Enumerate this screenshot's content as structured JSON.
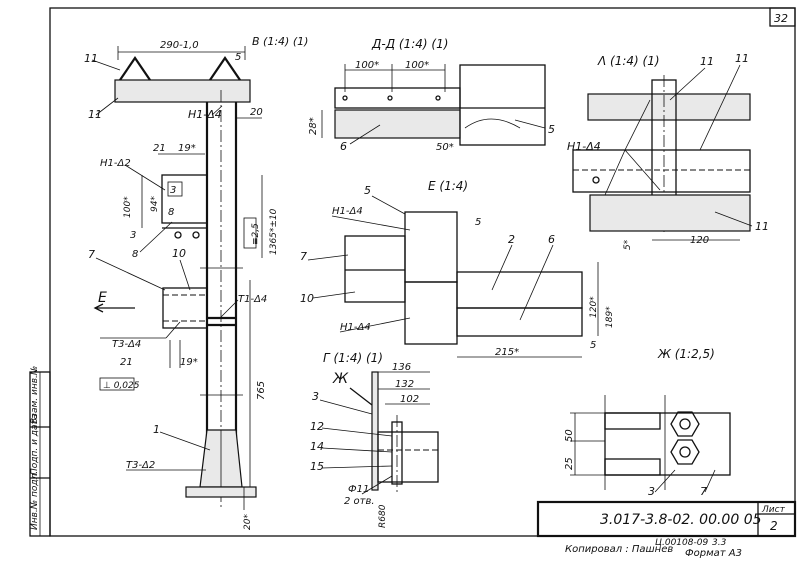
{
  "sheet": {
    "page_number": "32",
    "designation": "3.017-3.8-02. 00.00 05",
    "sheet_label": "Лист",
    "sheet_number": "2",
    "copied_by": "Копировал : Пашнев",
    "format": "Формат А3",
    "reg_code": "Ц.00108-09",
    "reg_code_2": "3.3",
    "side_stamp": [
      "Инв.№ подл.",
      "Подп. и дата",
      "Взам. инв.№"
    ]
  },
  "views": {
    "main": {
      "dim_top": "290-1,0",
      "marks": [
        "11",
        "11",
        "Н1-Δ4",
        "Н1-Δ2",
        "3",
        "8",
        "7",
        "10",
        "Т1-Δ4",
        "Т3-Δ4",
        "1",
        "Т3-Δ2",
        "Е"
      ],
      "dims": [
        "5",
        "20",
        "21",
        "19*",
        "94*",
        "100*",
        "1365*±10",
        "≡2,5",
        "21",
        "19*",
        "765",
        "20*",
        "3"
      ],
      "tolerance": "⊥ 0,025"
    },
    "view_v": {
      "title": "В (1:4) (1)"
    },
    "view_d": {
      "title": "Д-Д (1:4) (1)",
      "dims": [
        "100*",
        "100*",
        "28*",
        "50*"
      ],
      "marks": [
        "5",
        "6"
      ]
    },
    "view_e": {
      "title": "Е (1:4)",
      "marks": [
        "5",
        "Н1-Δ4",
        "7",
        "10",
        "Н1-Δ4",
        "2",
        "6"
      ],
      "dims": [
        "5",
        "120*",
        "189*",
        "215*",
        "5"
      ]
    },
    "view_l": {
      "title": "Λ (1:4) (1)",
      "marks": [
        "11",
        "11",
        "Н1-Δ4",
        "11"
      ],
      "dims": [
        "120",
        "5*"
      ]
    },
    "view_g": {
      "title": "Г (1:4) (1)",
      "dims": [
        "136",
        "132",
        "102",
        "Ф11",
        "2 отв.",
        "R680"
      ],
      "marks": [
        "3",
        "12",
        "14",
        "15"
      ]
    },
    "view_zh": {
      "title": "Ж (1:2,5)",
      "dims": [
        "50",
        "25"
      ],
      "marks": [
        "3",
        "7"
      ]
    }
  }
}
